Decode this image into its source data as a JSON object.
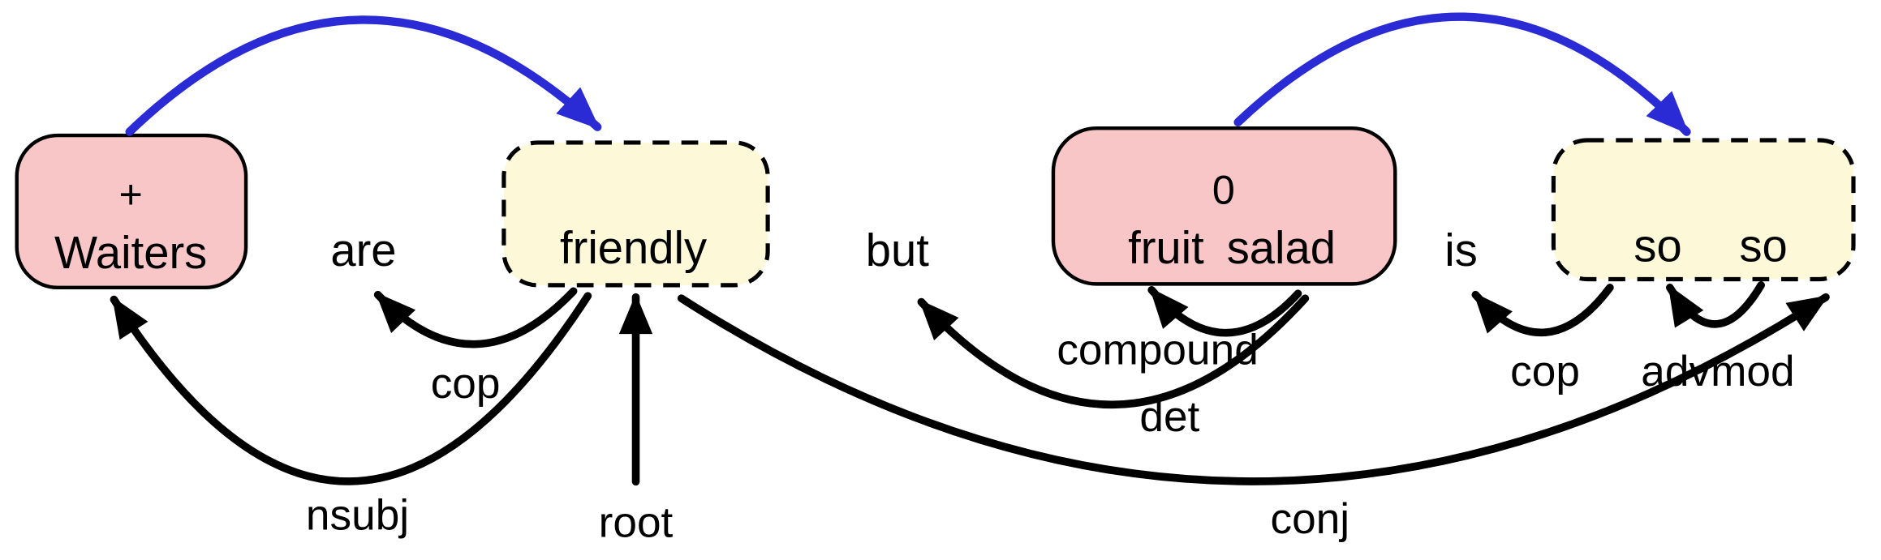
{
  "figure_title": "dependency parse of: Waiters are friendly but fruit salad is so so",
  "colors": {
    "pink_node": "#f8c6c6",
    "yellow_node": "#fcf8d8",
    "blue": "#2b2bd5",
    "black": "#000000"
  },
  "nodes": {
    "waiters": {
      "sentiment": "+",
      "word": "Waiters"
    },
    "friendly": {
      "word": "friendly"
    },
    "fruit_salad": {
      "sentiment": "0",
      "word1": "fruit",
      "word2": "salad"
    },
    "soso": {
      "word1": "so",
      "word2": "so"
    }
  },
  "words": {
    "are": "are",
    "but": "but",
    "is": "is"
  },
  "edges": {
    "cop_left": "cop",
    "nsubj": "nsubj",
    "root": "root",
    "compound": "compound",
    "det": "det",
    "cop_right": "cop",
    "advmod": "advmod",
    "conj": "conj"
  }
}
